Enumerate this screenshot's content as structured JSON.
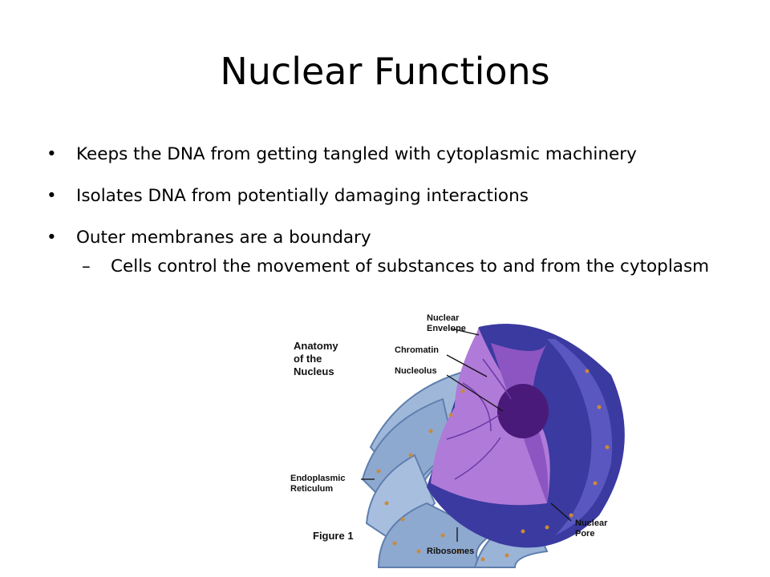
{
  "slide": {
    "title": "Nuclear Functions",
    "bullets": [
      "Keeps the DNA from getting tangled with cytoplasmic machinery",
      "Isolates DNA from potentially damaging interactions",
      "Outer membranes are a boundary"
    ],
    "sub_bullets": [
      "Cells control the movement of substances to and from the cytoplasm"
    ]
  },
  "figure": {
    "heading_lines": [
      "Anatomy",
      "of the",
      "Nucleus"
    ],
    "caption": "Figure 1",
    "labels": {
      "nuclear_envelope": [
        "Nuclear",
        "Envelope"
      ],
      "chromatin": "Chromatin",
      "nucleolus": "Nucleolus",
      "endoplasmic_reticulum": [
        "Endoplasmic",
        "Reticulum"
      ],
      "nuclear_pore": [
        "Nuclear",
        "Pore"
      ],
      "ribosomes": "Ribosomes"
    },
    "colors": {
      "envelope": "#3a3aa0",
      "interior": "#b07ad8",
      "nucleolus": "#4a1a7a",
      "er": "#8ea9cf",
      "ribosome": "#c98a3a"
    }
  }
}
